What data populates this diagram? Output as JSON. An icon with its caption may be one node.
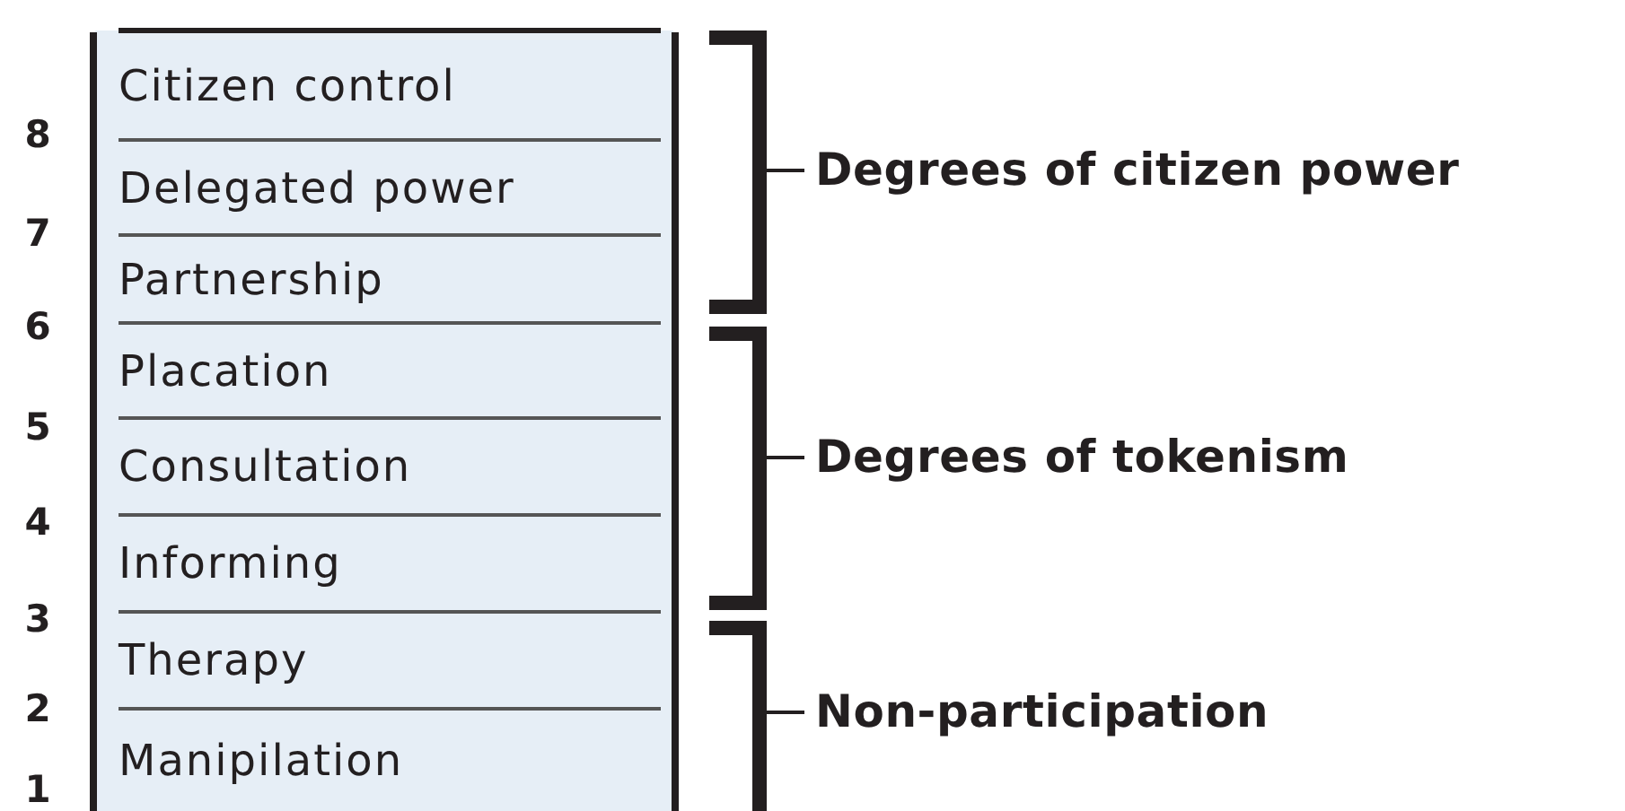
{
  "diagram": {
    "nodes": [
      {
        "text": [
          "Citizen control"
        ]
      },
      {
        "text": [
          "Delegated power"
        ]
      },
      {
        "text": [
          "Partnership"
        ]
      },
      {
        "text": [
          "Placation"
        ]
      },
      {
        "text": [
          "Consultation"
        ]
      },
      {
        "text": [
          "Informing"
        ]
      },
      {
        "text": [
          "Therapy"
        ]
      },
      {
        "text": [
          "Manipilation"
        ]
      }
    ],
    "labels": [
      "8",
      "7",
      "6",
      "5",
      "4",
      "3",
      "2",
      "1",
      "Degrees of citizen power",
      "Degrees of tokenism",
      "Non-participation"
    ]
  }
}
